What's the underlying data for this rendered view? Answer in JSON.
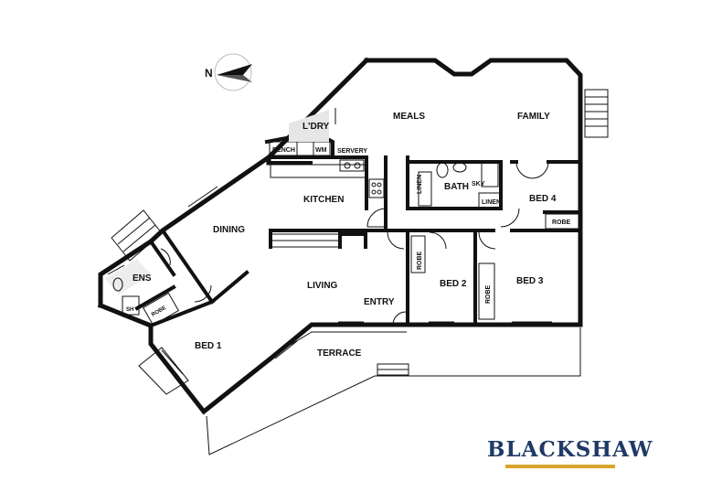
{
  "compass": {
    "label": "N",
    "icon": "north-arrow-icon"
  },
  "rooms": {
    "meals": "MEALS",
    "family": "FAMILY",
    "laundry": "L'DRY",
    "bench": "BENCH",
    "wm": "WM",
    "servery": "SERVERY",
    "kitchen": "KITCHEN",
    "dining": "DINING",
    "linen_bath": "LINEN",
    "bath": "BATH",
    "sky": "SKY",
    "linen_2": "LINEN",
    "bed4": "BED 4",
    "robe_bed4": "ROBE",
    "ens": "ENS",
    "sh": "SH",
    "robe_bed1": "ROBE",
    "living": "LIVING",
    "entry": "ENTRY",
    "robe_bed2": "ROBE",
    "bed2": "BED 2",
    "robe_bed3": "ROBE",
    "bed3": "BED 3",
    "bed1": "BED 1",
    "terrace": "TERRACE"
  },
  "brand": {
    "name": "BLACKSHAW",
    "accent": "#d6a52a",
    "color": "#1f3a66"
  }
}
